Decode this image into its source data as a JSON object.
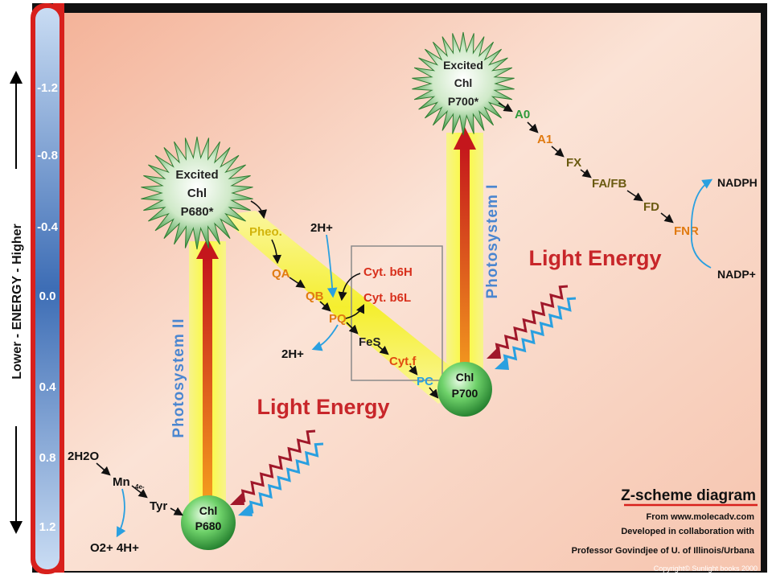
{
  "axis": {
    "title": "Lower - ENERGY - Higher",
    "ticks": [
      "-1.2",
      "-0.8",
      "-0.4",
      "0.0",
      "0.4",
      "0.8",
      "1.2"
    ]
  },
  "ps2": {
    "label": "Photosystem II",
    "excited": [
      "Excited",
      "Chl",
      "P680*"
    ],
    "ground": [
      "Chl",
      "P680"
    ],
    "light": "Light Energy"
  },
  "ps1": {
    "label": "Photosystem I",
    "excited": [
      "Excited",
      "Chl",
      "P700*"
    ],
    "ground": [
      "Chl",
      "P700"
    ],
    "light": "Light Energy"
  },
  "chain": {
    "pheo": "Pheo.",
    "qa": "QA",
    "qb": "QB",
    "pq": "PQ",
    "fes": "FeS",
    "cytf": "Cyt.f",
    "pc": "PC",
    "cytb6h": "Cyt. b6H",
    "cytb6l": "Cyt. b6L",
    "h_in": "2H+",
    "h_out": "2H+"
  },
  "chain1": {
    "a0": "A0",
    "a1": "A1",
    "fx": "FX",
    "fafb": "FA/FB",
    "fd": "FD",
    "fnr": "FNR",
    "nadph": "NADPH",
    "nadp": "NADP+"
  },
  "water": {
    "h2o": "2H2O",
    "mn": "Mn",
    "e": "4e-",
    "tyr": "Tyr",
    "products": "O2+ 4H+"
  },
  "credits": {
    "title": "Z-scheme diagram",
    "from": "From www.molecadv.com",
    "dev": "Developed in collaboration with",
    "prof": "Professor Govindjee of U. of Illinois/Urbana",
    "copyright": "Copyright© Sunlight books 2000"
  },
  "colors": {
    "bg_light": "#fdeee6",
    "bg_dark": "#f3b49a",
    "axis_blue": "#3d6db5",
    "border_red": "#d8201c",
    "light_red": "#c8262a",
    "cyan": "#2aa0e0",
    "orange": "#e07a10",
    "green": "#3f9a3a"
  }
}
